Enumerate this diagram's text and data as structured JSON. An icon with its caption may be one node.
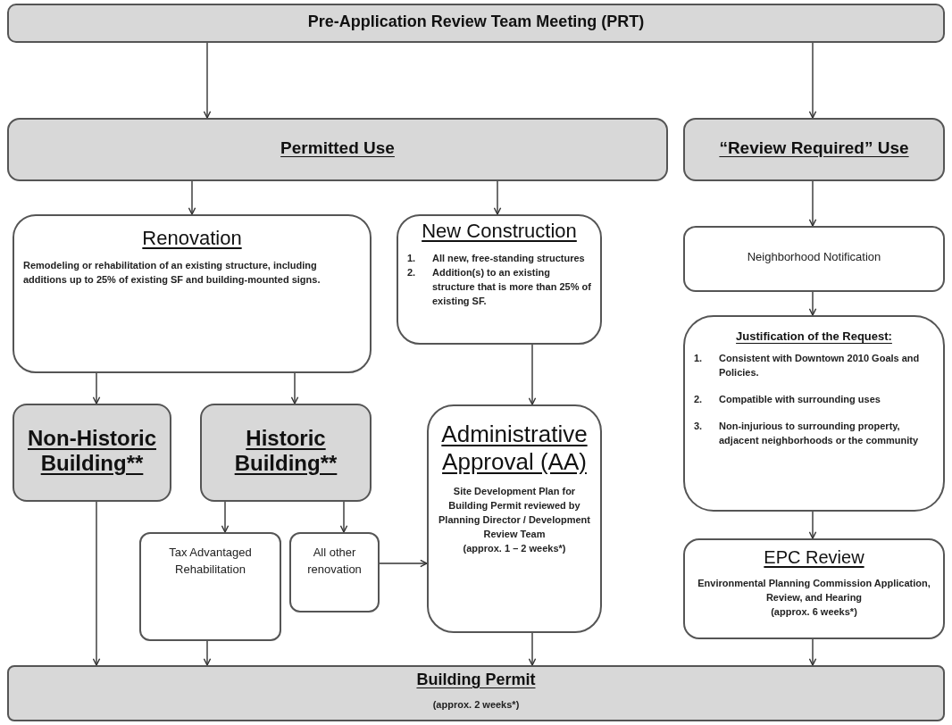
{
  "diagram": {
    "nodes": [
      {
        "text": [
          "Pre-Application Review Team Meeting (PRT)"
        ]
      },
      {
        "text": [
          "Permitted Use"
        ]
      },
      {
        "text": [
          "“Review Required” Use"
        ]
      },
      {
        "text": [
          "Renovation",
          "Remodeling or rehabilitation of an existing structure, including additions up to 25% of existing SF and building-mounted signs."
        ]
      },
      {
        "text": [
          "New Construction",
          "1.",
          "All new, free-standing structures",
          "2.",
          "Addition(s) to an existing structure that is more than 25% of existing SF."
        ]
      },
      {
        "text": [
          "Neighborhood Notification"
        ]
      },
      {
        "text": [
          "Justification of the Request:",
          "1.",
          "Consistent with Downtown 2010 Goals and Policies.",
          "2.",
          "Compatible with surrounding uses",
          "3.",
          "Non-injurious to surrounding property, adjacent neighborhoods or the community"
        ]
      },
      {
        "text": [
          "Non-Historic Building**"
        ]
      },
      {
        "text": [
          "Historic Building**"
        ]
      },
      {
        "text": [
          "Administrative Approval (AA)",
          "Site Development Plan for Building Permit reviewed by Planning Director / Development Review Team",
          "(approx. 1 – 2 weeks*)"
        ]
      },
      {
        "text": [
          "Tax Advantaged Rehabilitation"
        ]
      },
      {
        "text": [
          "All other renovation"
        ]
      },
      {
        "text": [
          "EPC Review",
          "Environmental Planning Commission Application, Review, and Hearing",
          "(approx. 6 weeks*)"
        ]
      },
      {
        "text": [
          "Building Permit",
          "(approx. 2 weeks*)"
        ]
      }
    ],
    "edges": [
      {
        "from": 0,
        "to": 1,
        "arrow": "to"
      },
      {
        "from": 0,
        "to": 2,
        "arrow": "to"
      },
      {
        "from": 1,
        "to": 3,
        "arrow": "to"
      },
      {
        "from": 1,
        "to": 4,
        "arrow": "to"
      },
      {
        "from": 2,
        "to": 5,
        "arrow": "to"
      },
      {
        "from": 3,
        "to": 7,
        "arrow": "to"
      },
      {
        "from": 3,
        "to": 8,
        "arrow": "to"
      },
      {
        "from": 4,
        "to": 9,
        "arrow": "to"
      },
      {
        "from": 5,
        "to": 6,
        "arrow": "to"
      },
      {
        "from": 6,
        "to": 12,
        "arrow": "to"
      },
      {
        "from": 8,
        "to": 10,
        "arrow": "to"
      },
      {
        "from": 8,
        "to": 11,
        "arrow": "to"
      },
      {
        "from": 11,
        "to": 9,
        "arrow": "to"
      },
      {
        "from": 7,
        "to": 13,
        "arrow": "to"
      },
      {
        "from": 10,
        "to": 13,
        "arrow": "to"
      },
      {
        "from": 9,
        "to": 13,
        "arrow": "to"
      },
      {
        "from": 12,
        "to": 13,
        "arrow": "to"
      }
    ]
  }
}
